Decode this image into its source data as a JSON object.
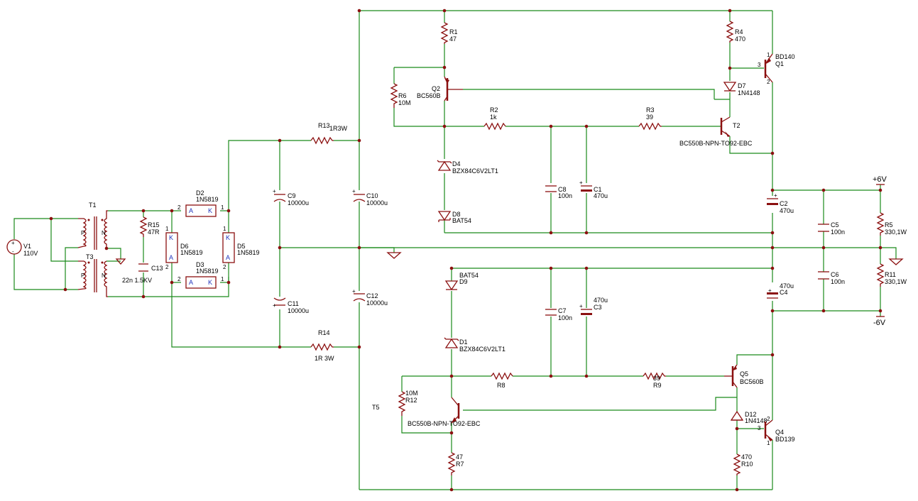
{
  "components": {
    "V1": {
      "ref": "V1",
      "value": "110V"
    },
    "T1": {
      "ref": "T1"
    },
    "T3": {
      "ref": "T3"
    },
    "R15": {
      "ref": "R15",
      "value": "47R"
    },
    "C13": {
      "ref": "C13",
      "value": "22n 1.5KV"
    },
    "D2": {
      "ref": "D2",
      "value": "1N5819"
    },
    "D3": {
      "ref": "D3",
      "value": "1N5819"
    },
    "D5": {
      "ref": "D5",
      "value": "1N5819"
    },
    "D6": {
      "ref": "D6",
      "value": "1N5819"
    },
    "R13": {
      "ref": "R13",
      "value": "1R3W"
    },
    "R14": {
      "ref": "R14",
      "value": "1R 3W"
    },
    "C9": {
      "ref": "C9",
      "value": "10000u"
    },
    "C10": {
      "ref": "C10",
      "value": "10000u"
    },
    "C11": {
      "ref": "C11",
      "value": "10000u"
    },
    "C12": {
      "ref": "C12",
      "value": "10000u"
    },
    "R1": {
      "ref": "R1",
      "value": "47"
    },
    "R2": {
      "ref": "R2",
      "value": "1k"
    },
    "R3": {
      "ref": "R3",
      "value": "39"
    },
    "R4": {
      "ref": "R4",
      "value": "470"
    },
    "R5": {
      "ref": "R5",
      "value": "330,1W"
    },
    "R6": {
      "ref": "R6",
      "value": "10M"
    },
    "R7": {
      "ref": "R7",
      "value": "47"
    },
    "R8": {
      "ref": "R8"
    },
    "R9": {
      "ref": "R9",
      "value": "39"
    },
    "R10": {
      "ref": "R10",
      "value": "470"
    },
    "R11": {
      "ref": "R11",
      "value": "330,1W"
    },
    "R12": {
      "ref": "R12",
      "value": "10M"
    },
    "Q1": {
      "ref": "Q1",
      "value": "BD140"
    },
    "Q2": {
      "ref": "Q2",
      "value": "BC560B"
    },
    "Q4": {
      "ref": "Q4",
      "value": "BD139"
    },
    "Q5": {
      "ref": "Q5",
      "value": "BC560B"
    },
    "T2": {
      "ref": "T2",
      "value": "BC550B-NPN-TO92-EBC"
    },
    "T5": {
      "ref": "T5",
      "value": "BC550B-NPN-TO92-EBC"
    },
    "D1": {
      "ref": "D1",
      "value": "BZX84C6V2LT1"
    },
    "D4": {
      "ref": "D4",
      "value": "BZX84C6V2LT1"
    },
    "D7": {
      "ref": "D7",
      "value": "1N4148"
    },
    "D8": {
      "ref": "D8",
      "value": "BAT54"
    },
    "D9": {
      "ref": "D9",
      "value": "BAT54"
    },
    "D12": {
      "ref": "D12",
      "value": "1N4148"
    },
    "C1": {
      "ref": "C1",
      "value": "470u"
    },
    "C2": {
      "ref": "C2",
      "value": "470u"
    },
    "C3": {
      "ref": "C3",
      "value": "470u"
    },
    "C4": {
      "ref": "C4",
      "value": "470u"
    },
    "C5": {
      "ref": "C5",
      "value": "100n"
    },
    "C6": {
      "ref": "C6",
      "value": "100n"
    },
    "C7": {
      "ref": "C7",
      "value": "100n"
    },
    "C8": {
      "ref": "C8",
      "value": "100n"
    }
  },
  "rails": {
    "pos": "+6V",
    "neg": "-6V"
  },
  "pins": {
    "one": "1",
    "two": "2",
    "three": "3",
    "anode": "A",
    "cathode": "K",
    "plus": "+",
    "minus": "-",
    "tr_p": "P",
    "tr_n": "N"
  }
}
